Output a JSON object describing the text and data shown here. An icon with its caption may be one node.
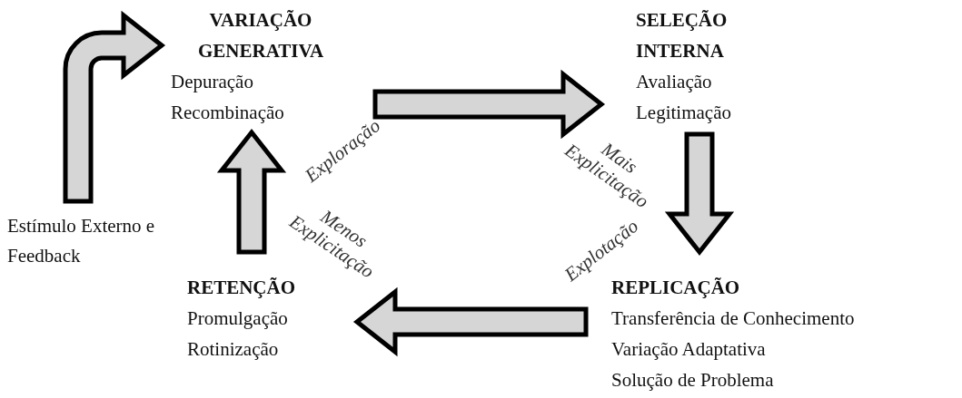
{
  "diagram": {
    "nodes": [
      {
        "text": [
          "VARIAÇÃO GENERATIVA",
          "Depuração",
          "Recombinação"
        ]
      },
      {
        "text": [
          "SELEÇÃO INTERNA",
          "Avaliação",
          "Legitimação"
        ]
      },
      {
        "text": [
          "REPLICAÇÃO",
          "Transferência de Conhecimento",
          "Variação Adaptativa",
          "Solução de Problema"
        ]
      },
      {
        "text": [
          "RETENÇÃO",
          "Promulgação",
          "Rotinização"
        ]
      },
      {
        "text": [
          "Estímulo Externo e Feedback"
        ]
      }
    ],
    "edges": [
      {
        "from": 0,
        "to": 1,
        "arrow": "to"
      },
      {
        "from": 1,
        "to": 2,
        "arrow": "to"
      },
      {
        "from": 2,
        "to": 3,
        "arrow": "to"
      },
      {
        "from": 3,
        "to": 0,
        "arrow": "to"
      },
      {
        "from": 4,
        "to": 0,
        "arrow": "to"
      }
    ],
    "labels": [
      "Exploração",
      "Mais Explicitação",
      "Menos Explicitação",
      "Explotação"
    ]
  }
}
